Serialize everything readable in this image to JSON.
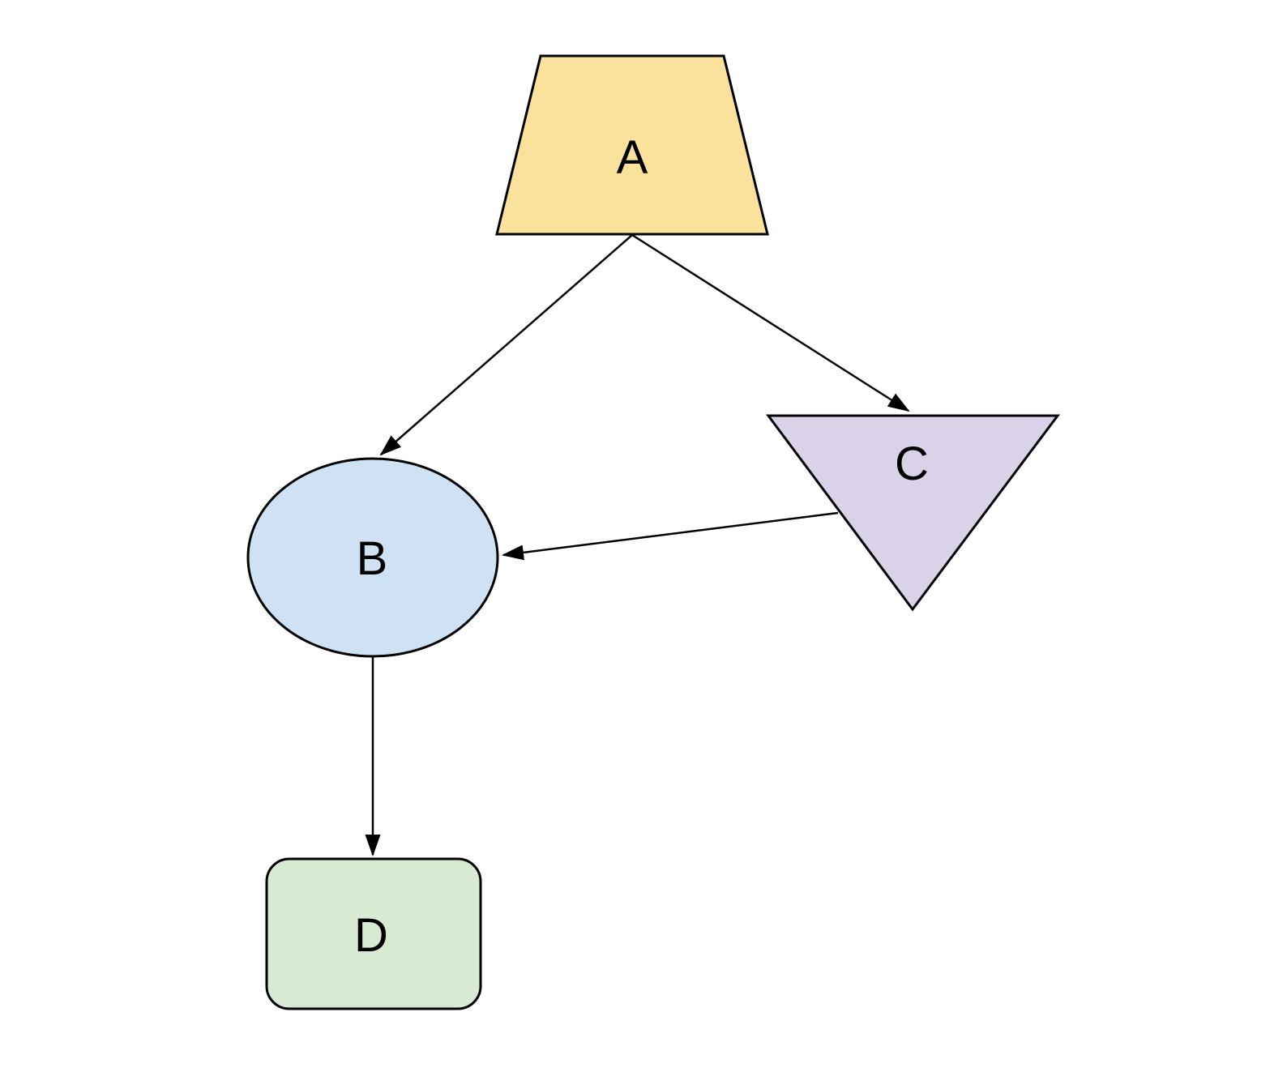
{
  "diagram": {
    "type": "flowchart",
    "background_color": "#ffffff",
    "edge_color": "#000000",
    "nodes": [
      {
        "id": "A",
        "label": "A",
        "shape": "trapezoid",
        "fill": "#FAE29D",
        "stroke": "#000000"
      },
      {
        "id": "B",
        "label": "B",
        "shape": "ellipse",
        "fill": "#CFE2F3",
        "stroke": "#000000"
      },
      {
        "id": "C",
        "label": "C",
        "shape": "inverted-triangle",
        "fill": "#D9D2E9",
        "stroke": "#000000"
      },
      {
        "id": "D",
        "label": "D",
        "shape": "rounded-rectangle",
        "fill": "#D9EAD3",
        "stroke": "#000000"
      }
    ],
    "edges": [
      {
        "from": "A",
        "to": "B",
        "arrowhead": "filled-triangle"
      },
      {
        "from": "A",
        "to": "C",
        "arrowhead": "filled-triangle"
      },
      {
        "from": "C",
        "to": "B",
        "arrowhead": "filled-triangle"
      },
      {
        "from": "B",
        "to": "D",
        "arrowhead": "filled-triangle"
      }
    ]
  }
}
